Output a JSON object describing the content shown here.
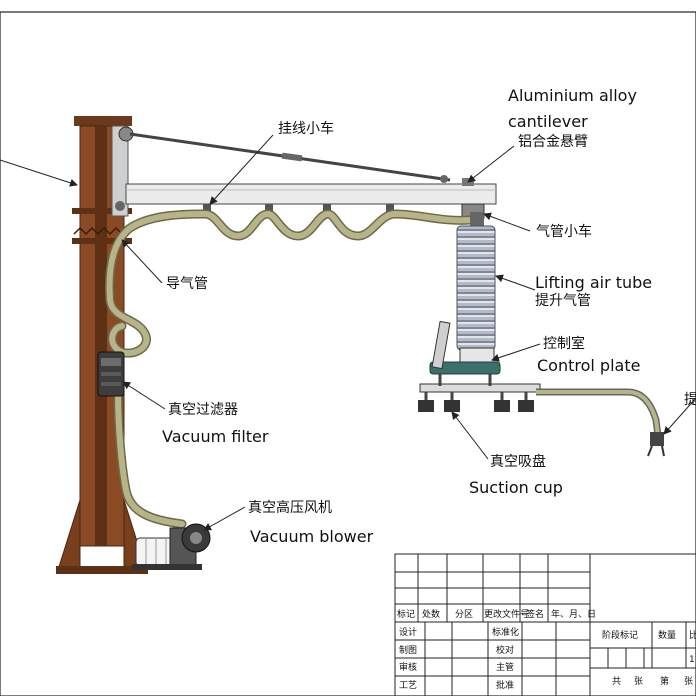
{
  "labels": {
    "aluminium_alloy": "Aluminium alloy",
    "cantilever": "cantilever",
    "cantilever_zh": "铝合金悬臂",
    "trolley_zh": "挂线小车",
    "air_tube_trolley_zh": "气管小车",
    "guide_tube_zh": "导气管",
    "lifting_air_tube": "Lifting air tube",
    "lifting_air_tube_zh": "提升气管",
    "control_room_zh": "控制室",
    "control_plate": "Control plate",
    "vacuum_filter_zh": "真空过滤器",
    "vacuum_filter": "Vacuum filter",
    "suction_cup_zh": "真空吸盘",
    "suction_cup": "Suction cup",
    "vacuum_blower_zh": "真空高压风机",
    "vacuum_blower": "Vacuum blower",
    "handle_partial": "提"
  },
  "title_block": {
    "biaoji": "标记",
    "chushu": "处数",
    "fenqu": "分区",
    "gengai": "更改文件号",
    "qianming": "签名",
    "nianyueri": "年、月、日",
    "sheji": "设计",
    "biaozhunhua": "标准化",
    "zhitu": "制图",
    "jiaodui": "校对",
    "shenhe": "审核",
    "zhuguan": "主管",
    "gongyi": "工艺",
    "pizhun": "批准",
    "jieduan": "阶段标记",
    "shuliang": "数量",
    "bili": "比",
    "one": "1",
    "gong": "共",
    "zhang1": "张",
    "di": "第",
    "zhang2": "张"
  },
  "colors": {
    "column": "#8a4a24",
    "column_dark": "#5e3015",
    "arm": "#e9e9e9",
    "hose": "#b8b48a",
    "tube": "#a8b0bc",
    "line": "#222222"
  }
}
